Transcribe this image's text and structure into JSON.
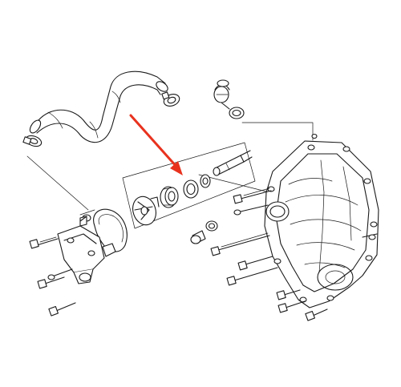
{
  "diagram": {
    "arrow_color": "#e8321e",
    "line_color": "#1a1a1a",
    "background": "#ffffff",
    "arrow_target": "water-pump-seal",
    "parts": [
      "coolant-hose",
      "hose-clamp-left",
      "hose-clamp-right",
      "oil-filler-cap",
      "filler-cap-o-ring",
      "water-pump-impeller",
      "water-pump-mechanical-seal",
      "water-pump-seal",
      "seal-washer",
      "water-pump-shaft",
      "water-pump-cover",
      "water-pump-gasket",
      "engine-side-cover",
      "mounting-bolts"
    ]
  }
}
